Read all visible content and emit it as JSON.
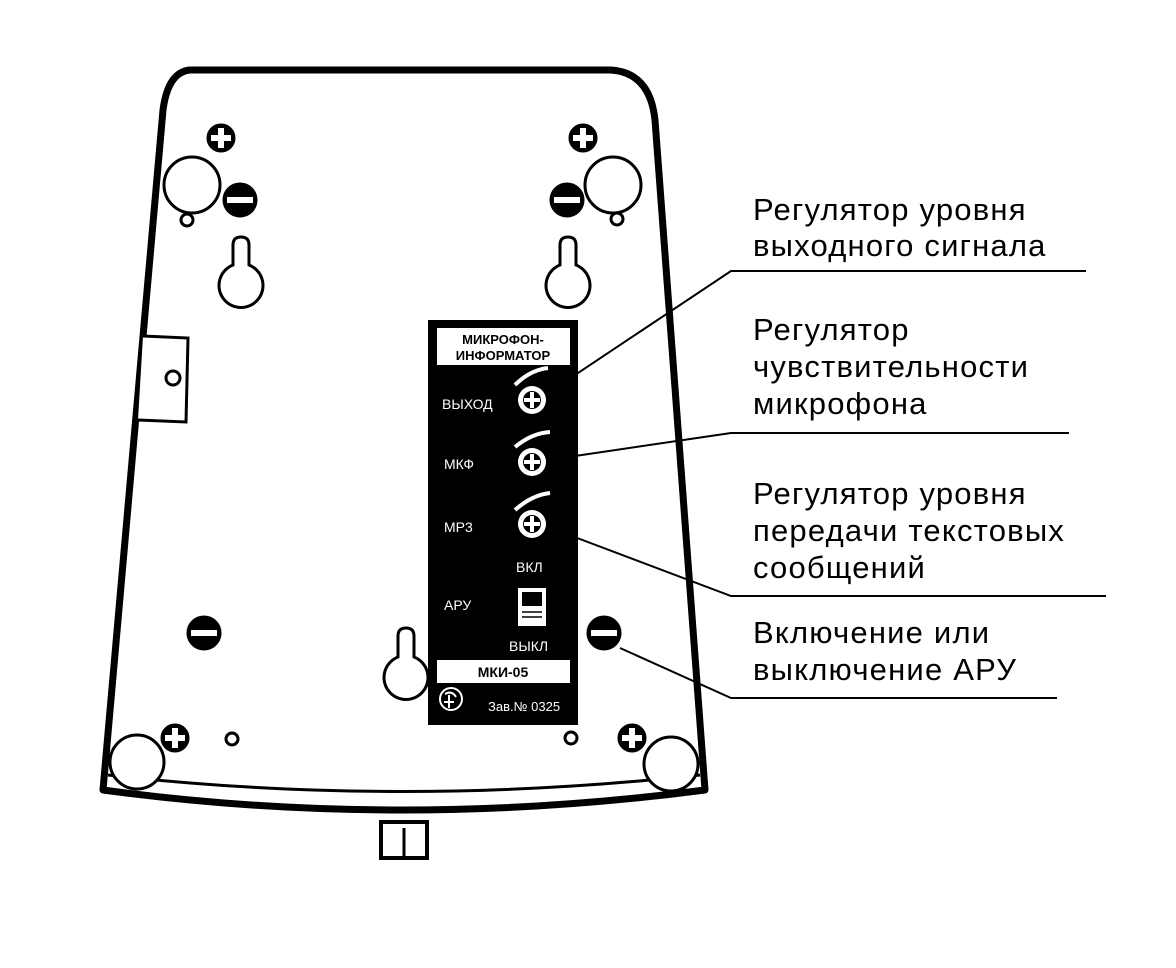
{
  "device": {
    "panel_title_line1": "МИКРОФОН-",
    "panel_title_line2": "ИНФОРМАТОР",
    "label_out": "ВЫХОД",
    "label_mic": "МКФ",
    "label_mp3": "МР3",
    "label_agc": "АРУ",
    "switch_on": "ВКЛ",
    "switch_off": "ВЫКЛ",
    "model": "МКИ-05",
    "serial": "Зав.№ 0325"
  },
  "callouts": [
    {
      "lines": [
        "Регулятор уровня",
        "выходного сигнала"
      ]
    },
    {
      "lines": [
        "Регулятор",
        "чувствительности",
        "микрофона"
      ]
    },
    {
      "lines": [
        "Регулятор уровня",
        "передачи текстовых",
        "сообщений"
      ]
    },
    {
      "lines": [
        "Включение или",
        "выключение АРУ"
      ]
    }
  ],
  "colors": {
    "line": "#000000",
    "panel": "#000000",
    "panel_text": "#ffffff",
    "background": "#ffffff"
  }
}
